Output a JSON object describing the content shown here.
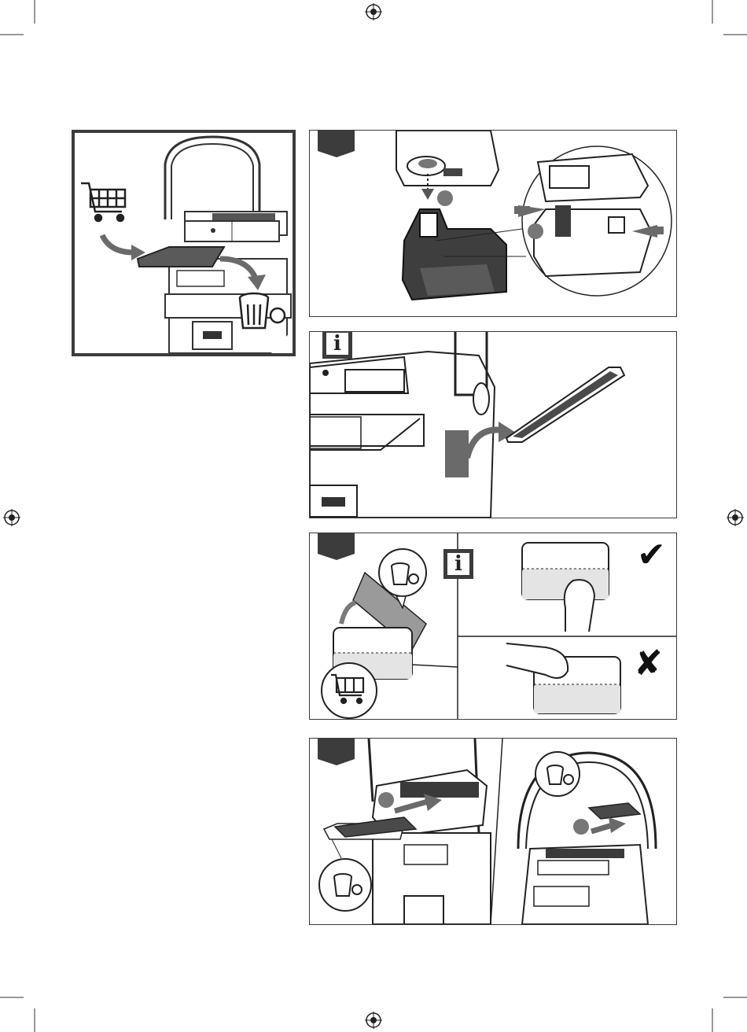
{
  "page": {
    "figures": [
      {
        "id": "overview",
        "label": "overview-figure"
      },
      {
        "id": "step-battery",
        "label": "battery-step"
      },
      {
        "id": "step-info-tray",
        "label": "info-tray-step"
      },
      {
        "id": "step-card-handling",
        "label": "card-handling-step"
      },
      {
        "id": "step-card-insert",
        "label": "card-insert-step"
      }
    ],
    "symbols": {
      "info": "i",
      "check": "✔",
      "cross": "✘"
    },
    "icons": [
      "shopping-cart-icon",
      "trash-bin-icon",
      "info-icon",
      "check-icon",
      "cross-icon",
      "registration-mark-icon"
    ],
    "colors": {
      "panel_dark": "#3c3c3c",
      "line": "#333333",
      "tray_fill": "#5a5a5a",
      "light_fill": "#e4e4e4",
      "arrow": "#6a6a6a"
    }
  }
}
